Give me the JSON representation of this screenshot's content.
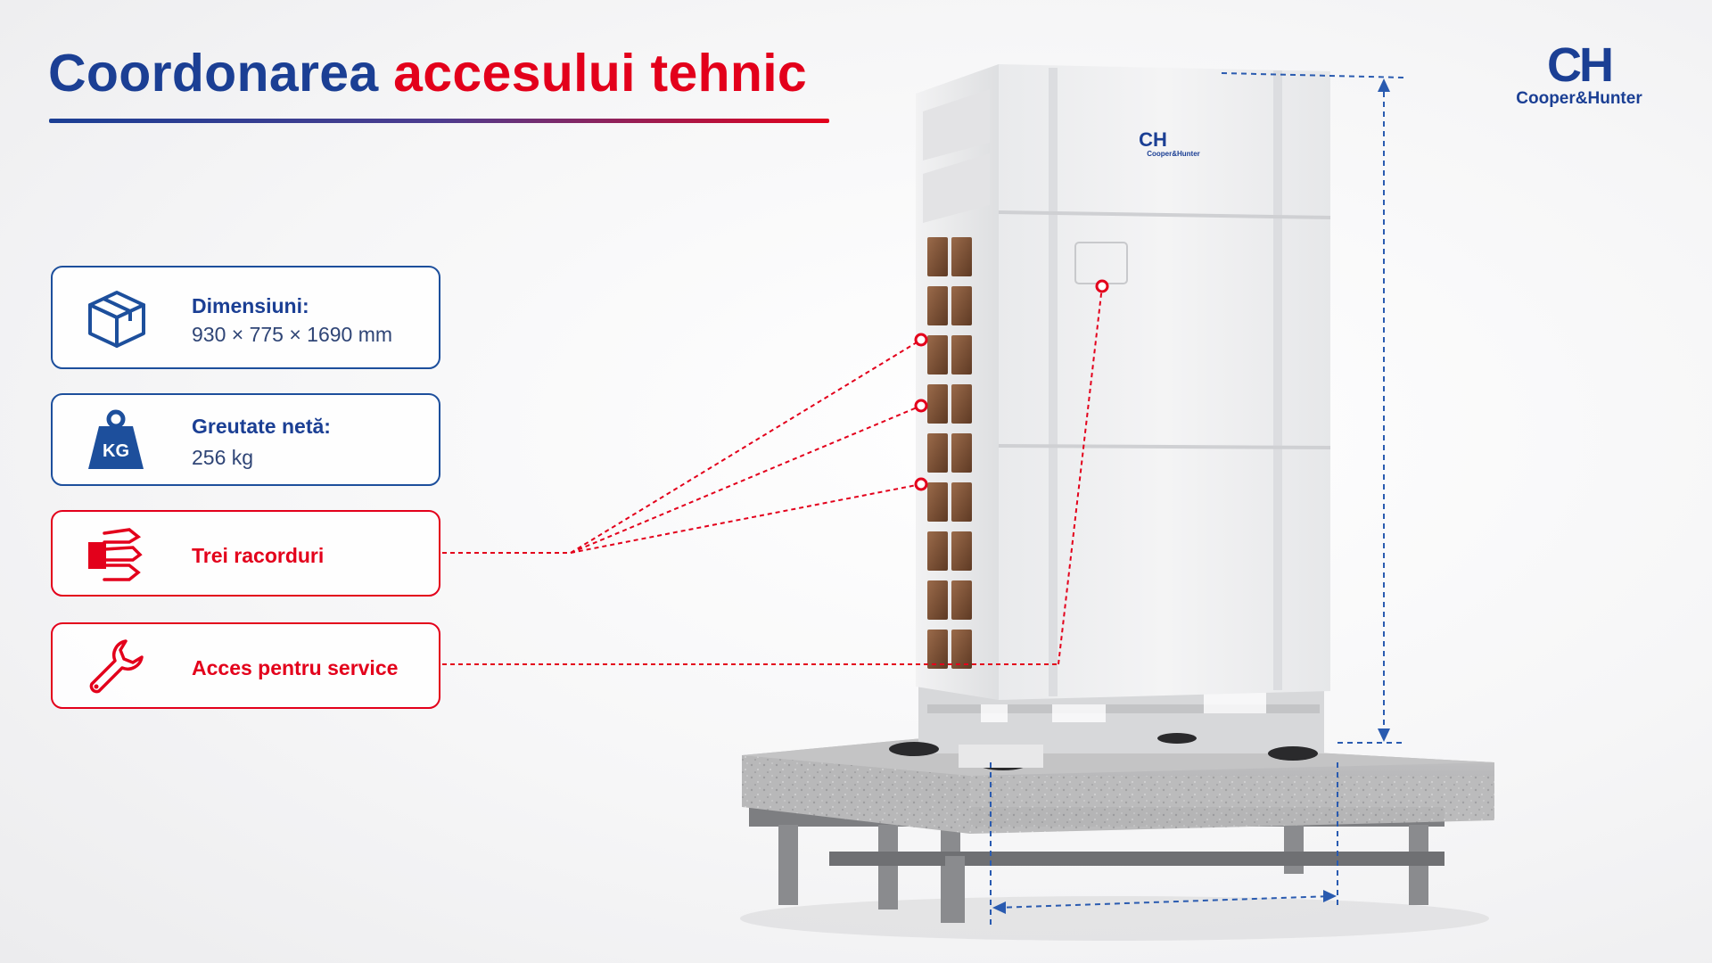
{
  "header": {
    "title_part1": "Coordonarea",
    "title_part2": "accesului tehnic"
  },
  "brand": {
    "logo_text": "Cooper&Hunter",
    "logo_mark": "CH",
    "unit_logo_text": "Cooper&Hunter"
  },
  "specs": [
    {
      "label": "Dimensiuni:",
      "value": "930 × 775 × 1690 mm",
      "icon": "box-icon"
    },
    {
      "label": "Greutate netă:",
      "value": "256 kg",
      "icon": "weight-icon",
      "icon_text": "KG"
    }
  ],
  "callouts": [
    {
      "label": "Trei racorduri",
      "icon": "pipe-connections-icon"
    },
    {
      "label": "Acces pentru service",
      "icon": "wrench-icon"
    }
  ],
  "colors": {
    "brand_blue": "#1b3f94",
    "accent_red": "#e3001b",
    "dimension_line": "#2a5bb0"
  }
}
